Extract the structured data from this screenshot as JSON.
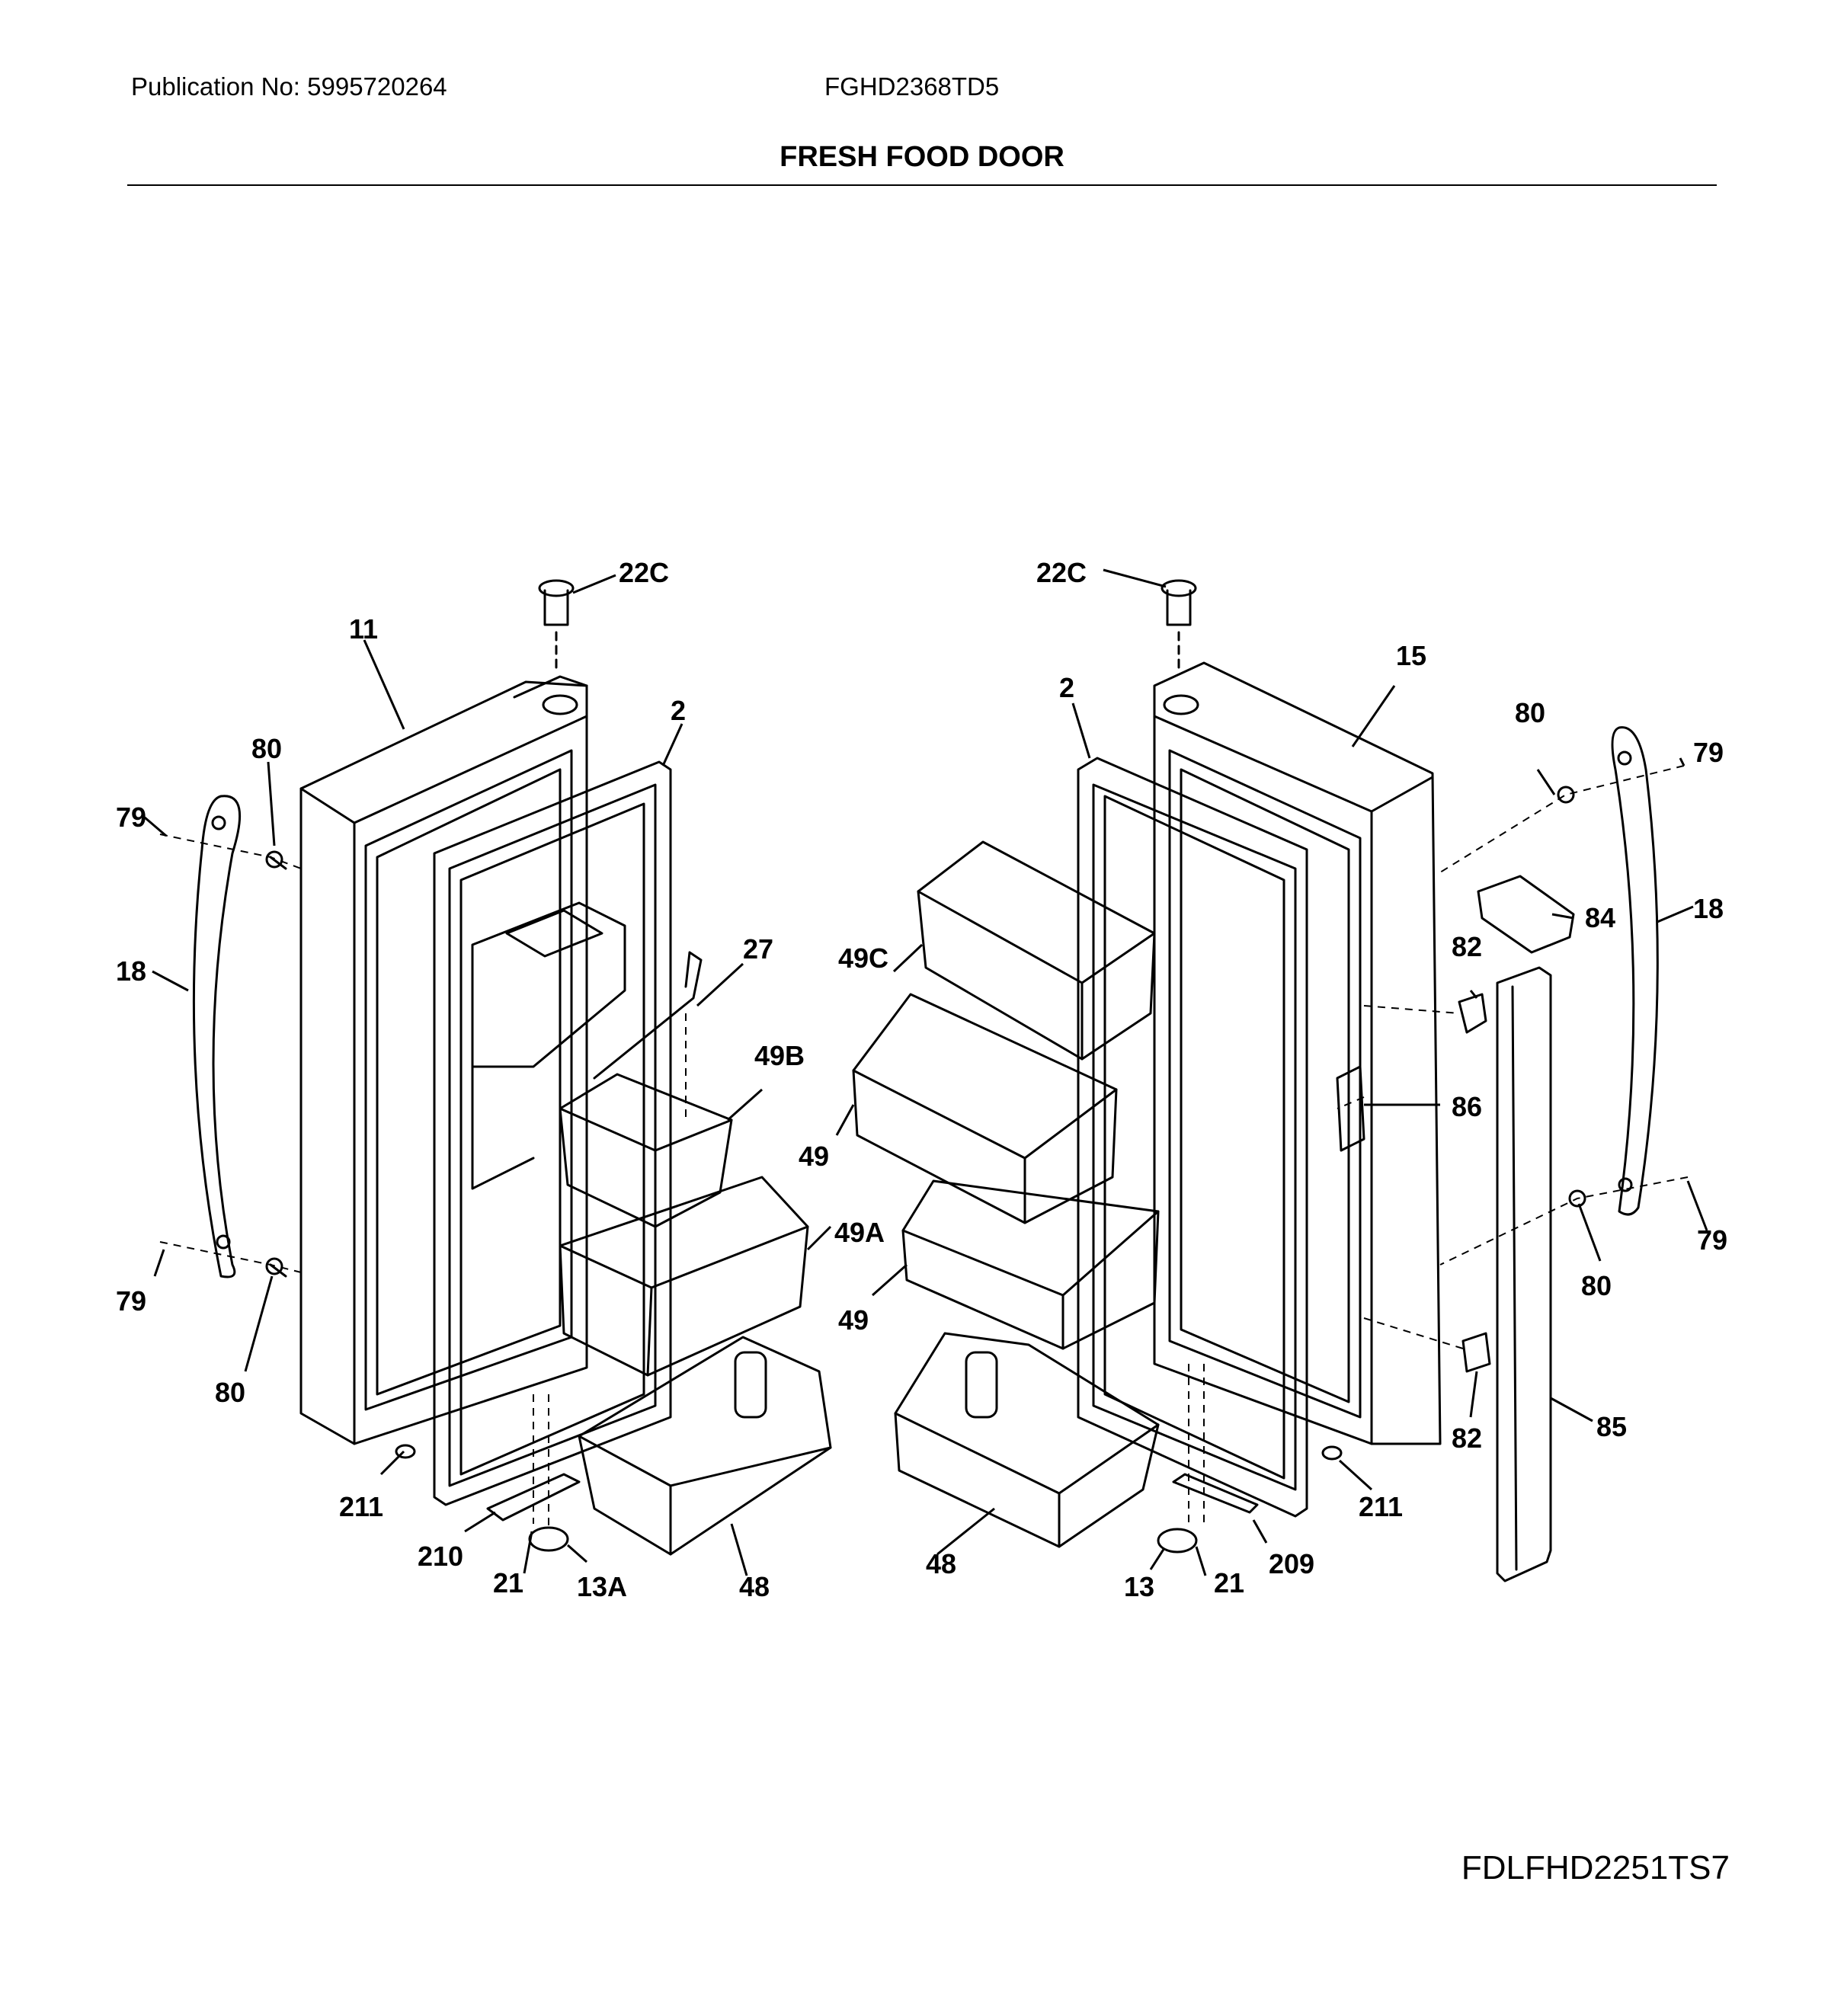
{
  "header": {
    "publication": "Publication No: 5995720264",
    "model": "FGHD2368TD5",
    "title": "FRESH FOOD DOOR"
  },
  "footer": {
    "code": "FDLFHD2251TS7"
  },
  "callouts": {
    "c_22c_l": "22C",
    "c_11": "11",
    "c_2_l": "2",
    "c_80_l_top": "80",
    "c_79_l_top": "79",
    "c_18_l": "18",
    "c_27": "27",
    "c_49b": "49B",
    "c_49a": "49A",
    "c_79_l_bot": "79",
    "c_80_l_bot": "80",
    "c_211_l": "211",
    "c_210": "210",
    "c_21_l": "21",
    "c_13a": "13A",
    "c_48_l": "48",
    "c_22c_r": "22C",
    "c_2_r": "2",
    "c_15": "15",
    "c_80_r_top": "80",
    "c_79_r_top": "79",
    "c_18_r": "18",
    "c_84": "84",
    "c_82_top": "82",
    "c_49c": "49C",
    "c_49_top": "49",
    "c_86": "86",
    "c_49_bot": "49",
    "c_79_r_bot": "79",
    "c_80_r_bot": "80",
    "c_82_bot": "82",
    "c_85": "85",
    "c_48_r": "48",
    "c_211_r": "211",
    "c_209": "209",
    "c_13": "13",
    "c_21_r": "21"
  }
}
